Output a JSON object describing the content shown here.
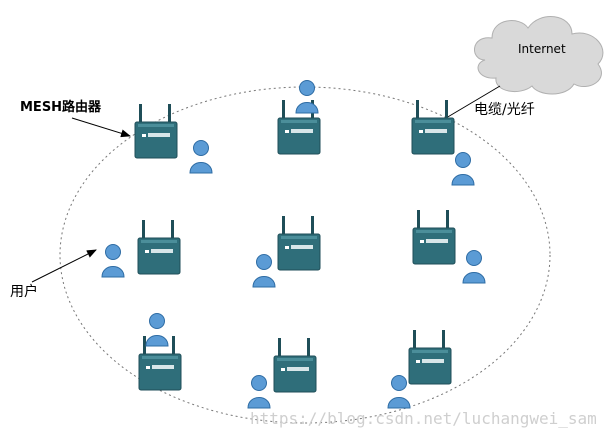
{
  "labels": {
    "internet": "Internet",
    "mesh_router": "MESH路由器",
    "cable_fiber": "电缆/光纤",
    "user": "用户"
  },
  "watermark": "https://blog.csdn.net/luchangwei_sam",
  "nodes": {
    "router_count": 9,
    "user_count": 9
  },
  "colors": {
    "router_body": "#2f6e7a",
    "router_dark": "#1f4e58",
    "user_fill": "#5b9bd5",
    "cloud": "#d9d9d9",
    "boundary": "#777777"
  },
  "icons": {
    "router": "router-icon",
    "user": "user-icon",
    "cloud": "cloud-icon"
  }
}
